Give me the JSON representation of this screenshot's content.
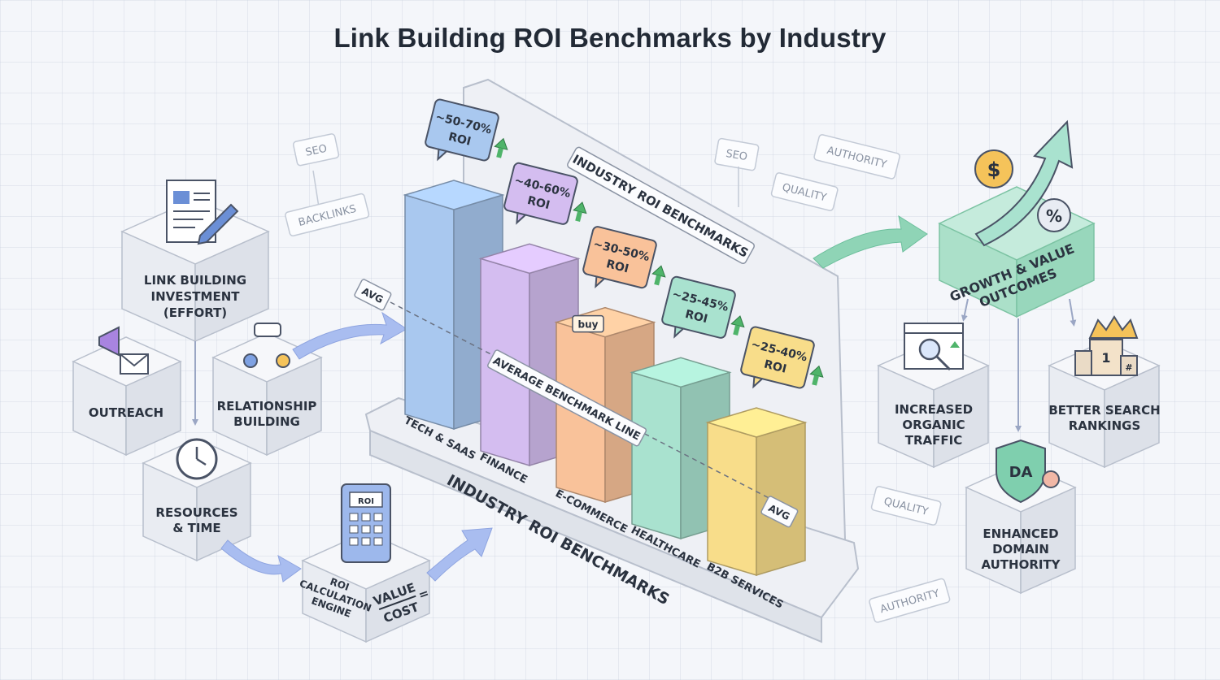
{
  "title": "Link Building ROI Benchmarks by Industry",
  "floating_tags": [
    "SEO",
    "BACKLINKS",
    "SEO",
    "QUALITY",
    "AUTHORITY",
    "QUALITY",
    "AUTHORITY"
  ],
  "inputs": {
    "investment": [
      "LINK BUILDING",
      "INVESTMENT",
      "(EFFORT)"
    ],
    "outreach": "OUTREACH",
    "relationship": [
      "RELATIONSHIP",
      "BUILDING"
    ],
    "resources": [
      "RESOURCES",
      "& TIME"
    ],
    "roi_engine": [
      "ROI",
      "CALCULATION",
      "ENGINE"
    ],
    "calculator_label": "ROI",
    "formula_numerator": "VALUE",
    "formula_denominator": "COST",
    "formula_equals": "="
  },
  "board": {
    "top_label": "INDUSTRY ROI BENCHMARKS",
    "base_label": "INDUSTRY ROI BENCHMARKS",
    "avg_line_label": "AVERAGE BENCHMARK LINE",
    "avg_tag_left": "AVG",
    "avg_tag_right": "AVG"
  },
  "chart_data": {
    "type": "bar",
    "title": "INDUSTRY ROI BENCHMARKS",
    "categories": [
      "TECH & SAAS",
      "FINANCE",
      "E-COMMERCE",
      "HEALTHCARE",
      "B2B SERVICES"
    ],
    "roi_ranges": [
      "~50-70% ROI",
      "~40-60% ROI",
      "~30-50% ROI",
      "~25-45% ROI",
      "~25-40% ROI"
    ],
    "range_low": [
      50,
      40,
      30,
      25,
      25
    ],
    "range_high": [
      70,
      60,
      50,
      45,
      40
    ],
    "colors": [
      "#a9c8ef",
      "#d4bdf0",
      "#f9c29a",
      "#a9e2cf",
      "#f8dd8a"
    ],
    "icon_labels": [
      "",
      "",
      "buy",
      "",
      ""
    ]
  },
  "outcomes": {
    "hub": [
      "GROWTH & VALUE",
      "OUTCOMES"
    ],
    "traffic": [
      "INCREASED",
      "ORGANIC",
      "TRAFFIC"
    ],
    "authority": [
      "ENHANCED",
      "DOMAIN",
      "AUTHORITY"
    ],
    "rankings": [
      "BETTER SEARCH",
      "RANKINGS"
    ],
    "da_badge": "DA",
    "dollar": "$",
    "percent": "%",
    "rank_number": "1",
    "rank_hash": "#"
  }
}
